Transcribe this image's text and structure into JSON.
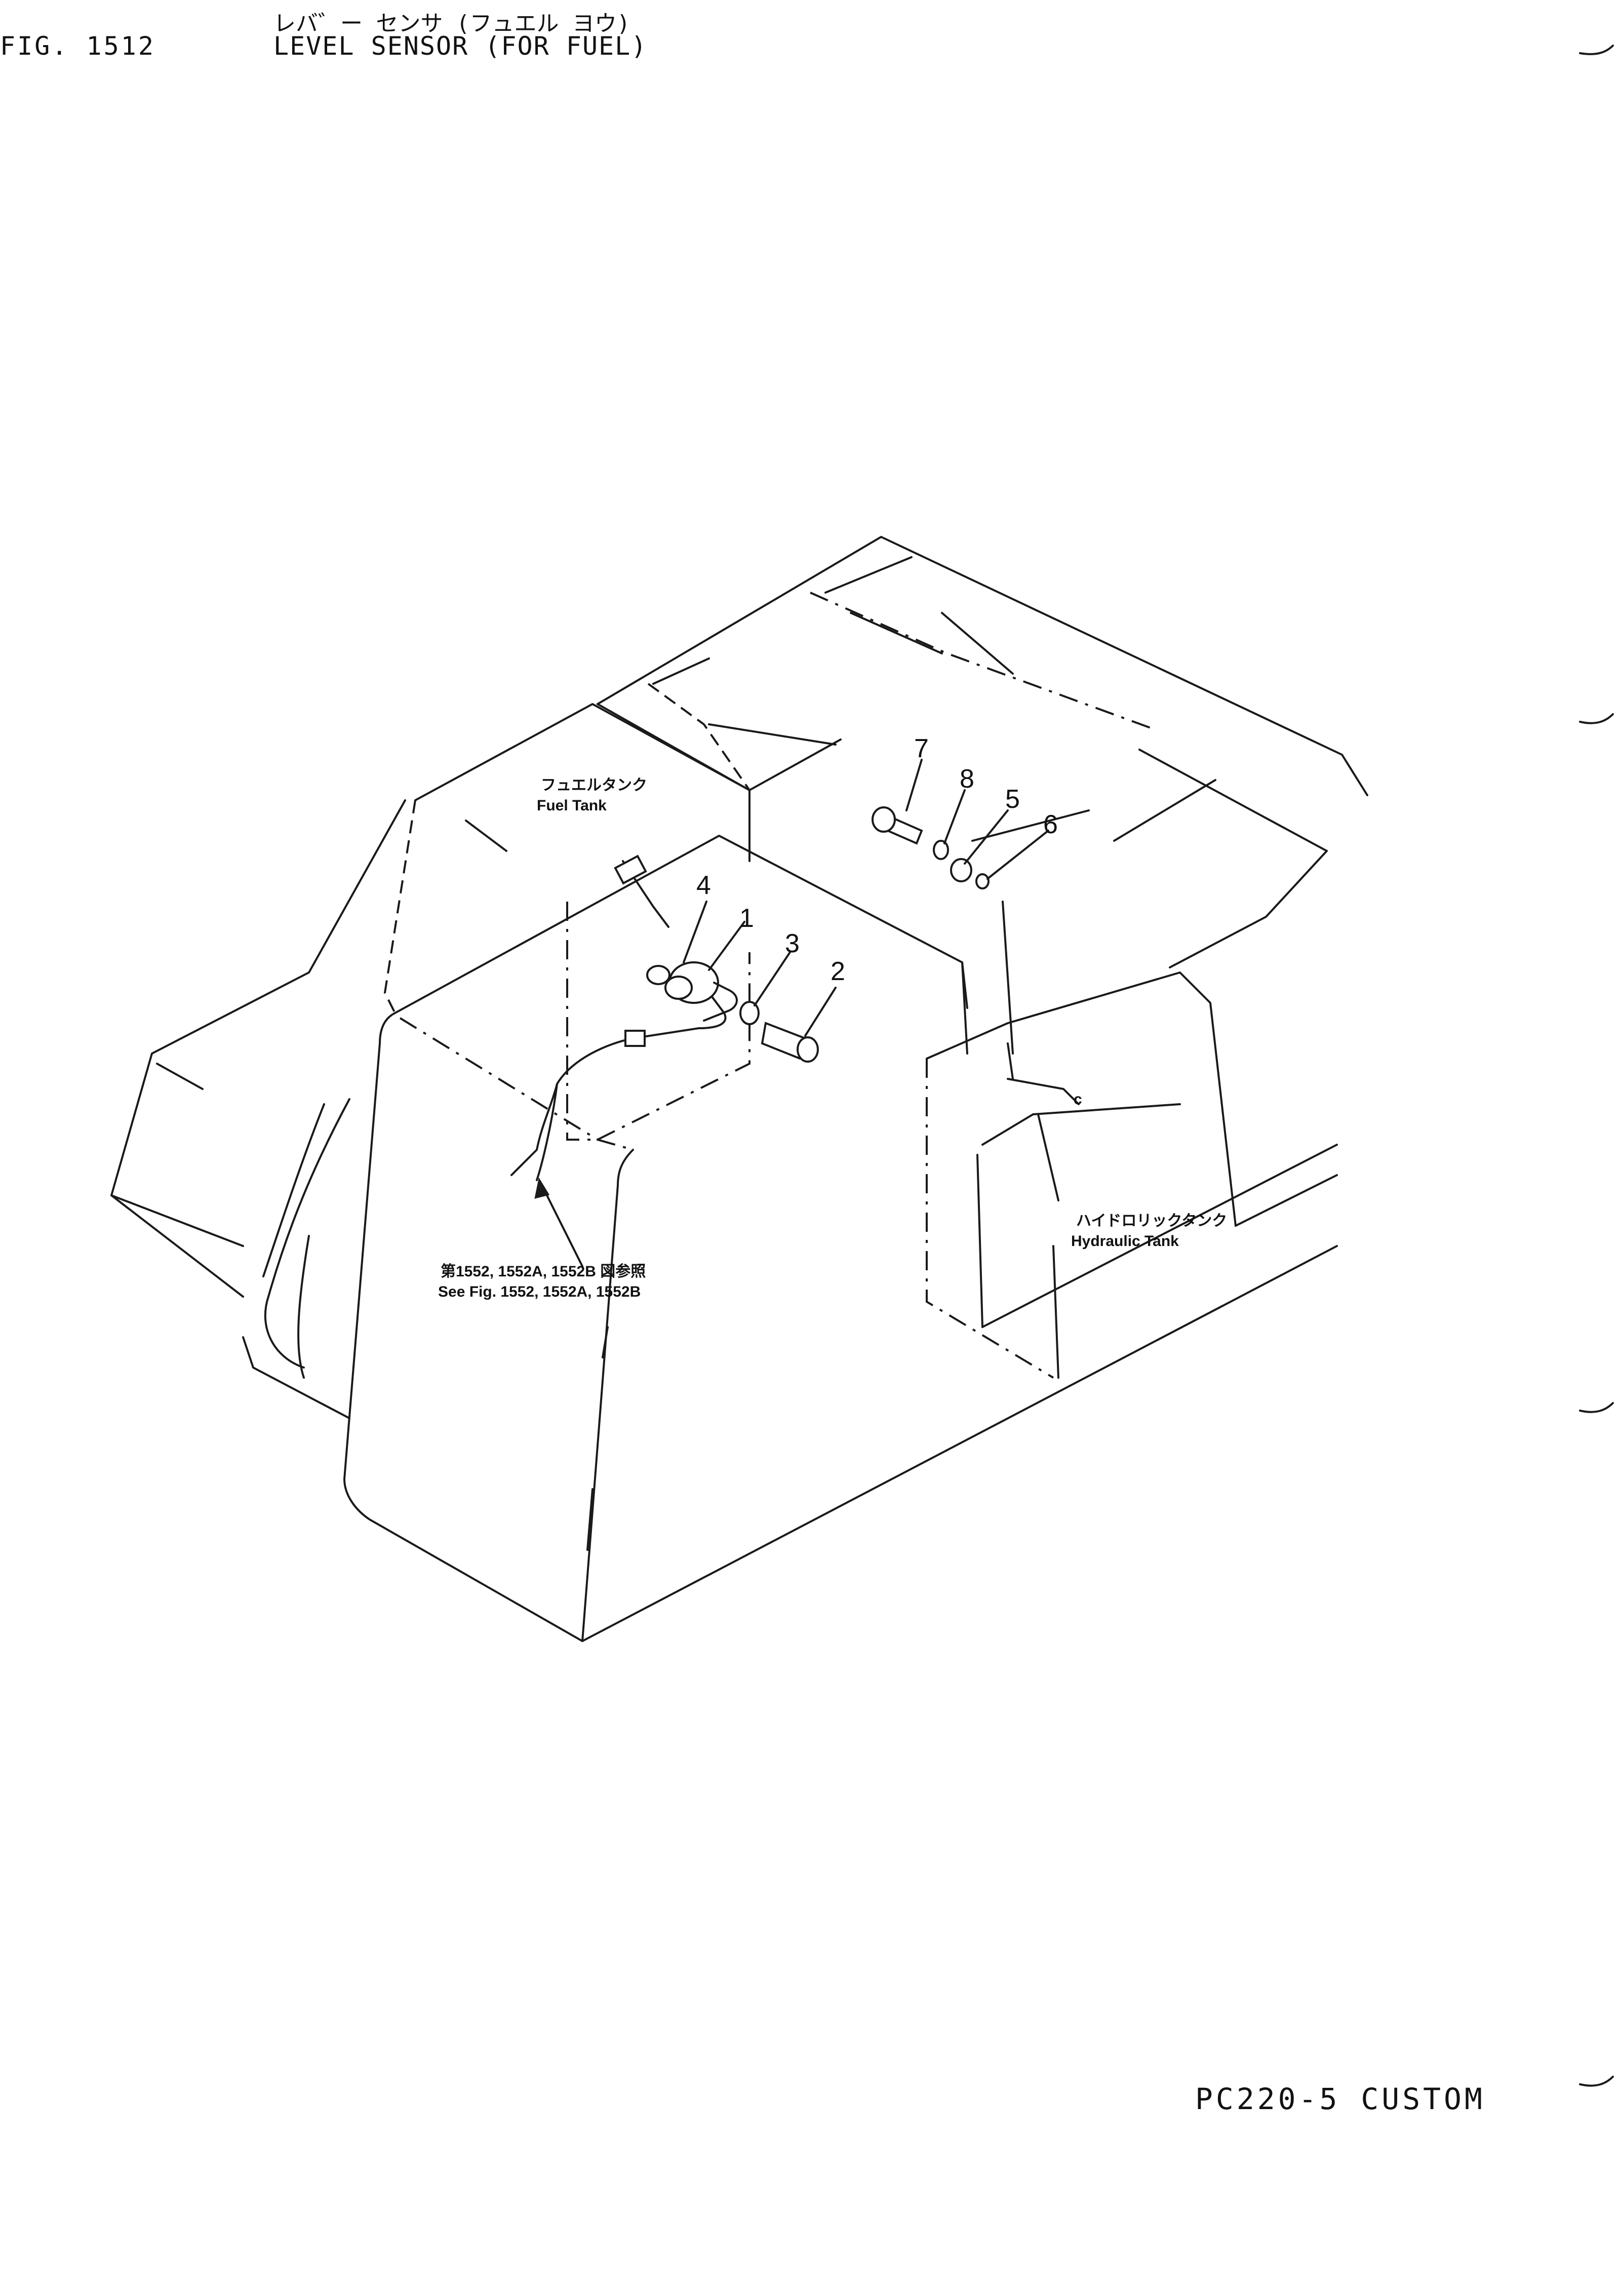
{
  "header": {
    "kana_title": "レバ゛ー センサ (フュエル ヨウ)",
    "figure_number": "FIG. 1512",
    "title": "LEVEL SENSOR (FOR FUEL)"
  },
  "callouts": {
    "fuel_tank_jp": "フュエルタンク",
    "fuel_tank_en": "Fuel Tank",
    "hydraulic_tank_jp": "ハイドロリックタンク",
    "hydraulic_tank_en": "Hydraulic Tank",
    "ref_jp": "第1552, 1552A, 1552B 図参照",
    "ref_en": "See Fig. 1552, 1552A, 1552B"
  },
  "part_numbers": [
    "1",
    "2",
    "3",
    "4",
    "5",
    "6",
    "7",
    "8"
  ],
  "footer": {
    "model": "PC220-5 CUSTOM"
  }
}
